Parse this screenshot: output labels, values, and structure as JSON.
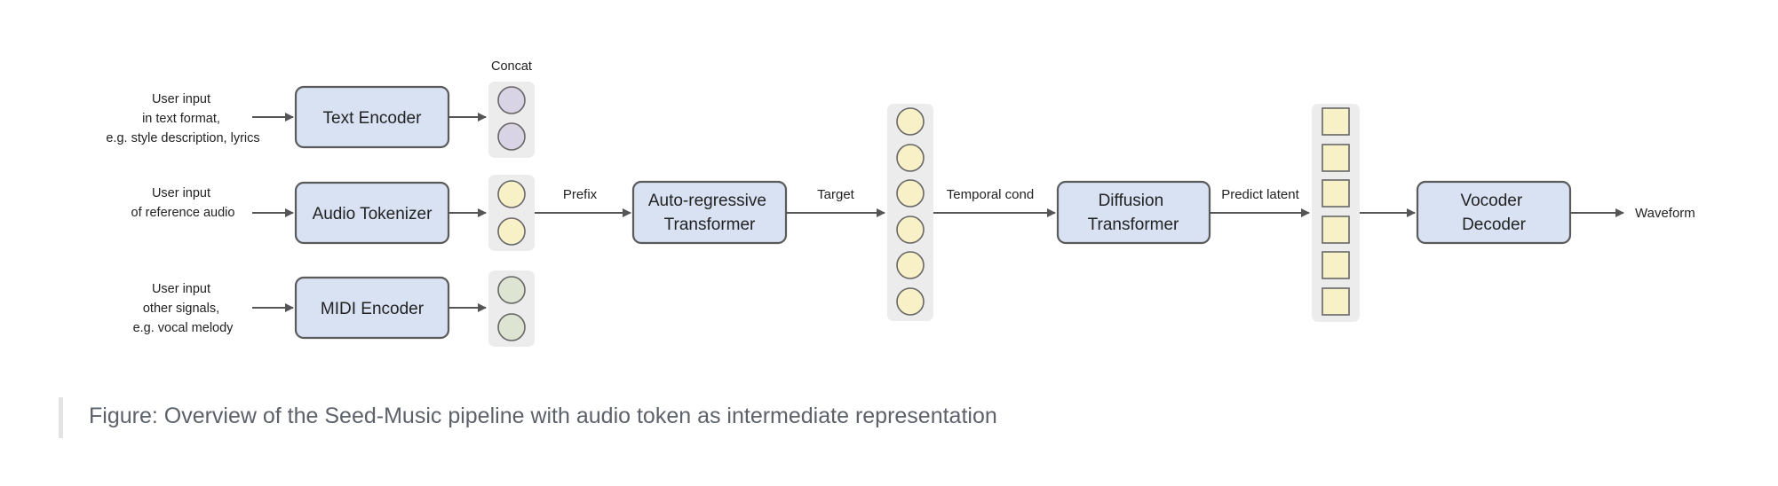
{
  "diagram": {
    "concat_label": "Concat",
    "inputs": [
      {
        "lines": [
          "User input",
          "in text format,",
          "e.g. style description, lyrics"
        ]
      },
      {
        "lines": [
          "User input",
          "of reference audio"
        ]
      },
      {
        "lines": [
          "User input",
          "other signals,",
          "e.g. vocal melody"
        ]
      }
    ],
    "encoders": [
      {
        "label": "Text Encoder",
        "token_color": "#d9d3e6"
      },
      {
        "label": "Audio Tokenizer",
        "token_color": "#f8f1c7"
      },
      {
        "label": "MIDI Encoder",
        "token_color": "#dde5d2"
      }
    ],
    "prefix_label": "Prefix",
    "ar_transformer": [
      "Auto-regressive",
      "Transformer"
    ],
    "target_label": "Target",
    "target_token_color": "#f8f1c7",
    "temporal_label": "Temporal cond",
    "diffusion": [
      "Diffusion",
      "Transformer"
    ],
    "predict_label": "Predict latent",
    "latent_color": "#f8f1c7",
    "vocoder": [
      "Vocoder",
      "Decoder"
    ],
    "output_label": "Waveform",
    "node_fill": "#d9e2f3"
  },
  "caption": "Figure: Overview of the Seed-Music pipeline with audio token as intermediate representation"
}
